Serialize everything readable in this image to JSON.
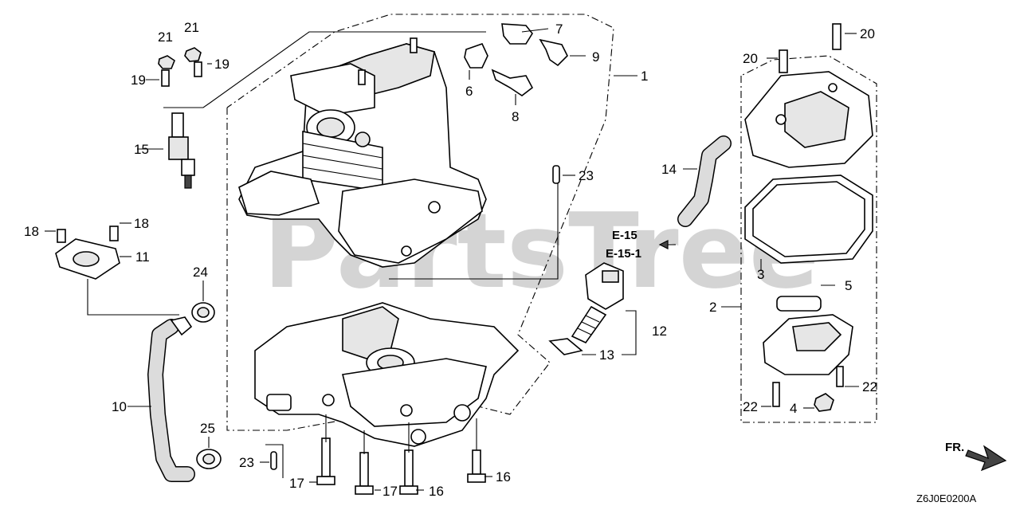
{
  "watermark": "PartsTree",
  "figure_code": "Z6J0E0200A",
  "direction_label": "FR.",
  "cross_refs": [
    "E-15",
    "E-15-1"
  ],
  "callouts": {
    "c1": "1",
    "c2": "2",
    "c3": "3",
    "c4": "4",
    "c5": "5",
    "c6": "6",
    "c7": "7",
    "c8": "8",
    "c9": "9",
    "c10": "10",
    "c11": "11",
    "c12": "12",
    "c13": "13",
    "c14": "14",
    "c15": "15",
    "c16a": "16",
    "c16b": "16",
    "c17a": "17",
    "c17b": "17",
    "c18a": "18",
    "c18b": "18",
    "c19a": "19",
    "c19b": "19",
    "c20a": "20",
    "c20b": "20",
    "c21a": "21",
    "c21b": "21",
    "c22a": "22",
    "c22b": "22",
    "c23a": "23",
    "c23b": "23",
    "c24": "24",
    "c25": "25"
  }
}
